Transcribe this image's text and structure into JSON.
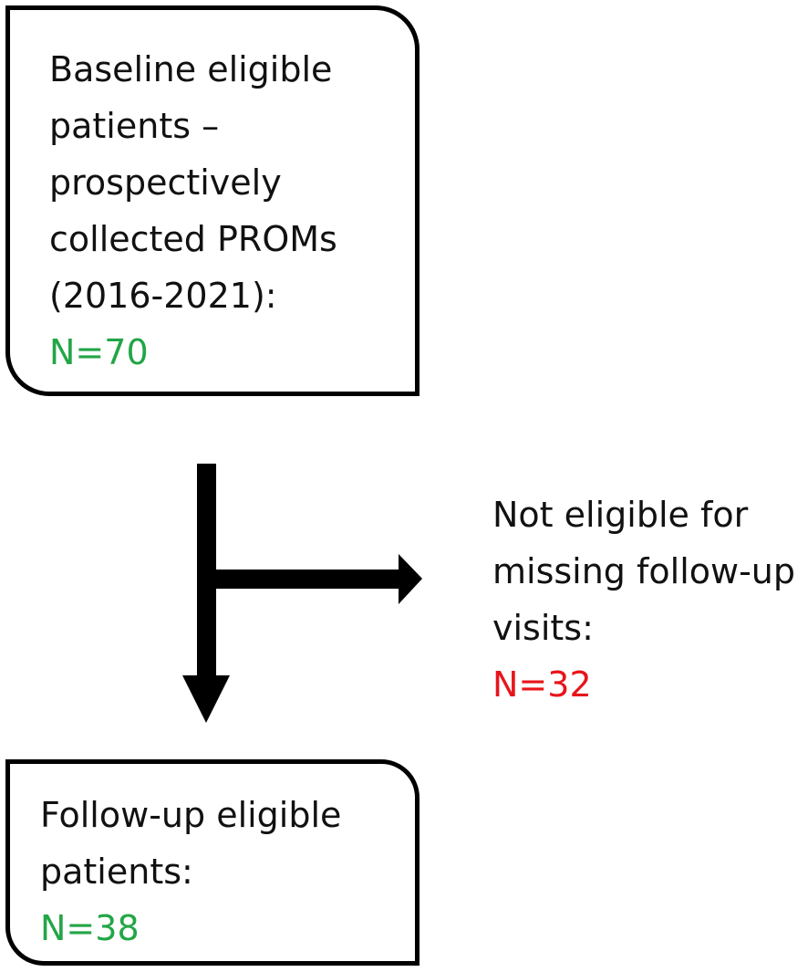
{
  "baseline_box": {
    "lines": [
      "Baseline eligible",
      "patients –",
      "prospectively",
      "collected PROMs",
      "(2016-2021):"
    ],
    "count": "N=70",
    "count_color": "#22a646"
  },
  "excluded": {
    "lines": [
      "Not eligible for",
      "missing follow-up",
      "visits:"
    ],
    "count": "N=32",
    "count_color": "#e8141a"
  },
  "followup_box": {
    "lines": [
      "Follow-up eligible",
      "patients:"
    ],
    "count": "N=38",
    "count_color": "#22a646"
  }
}
